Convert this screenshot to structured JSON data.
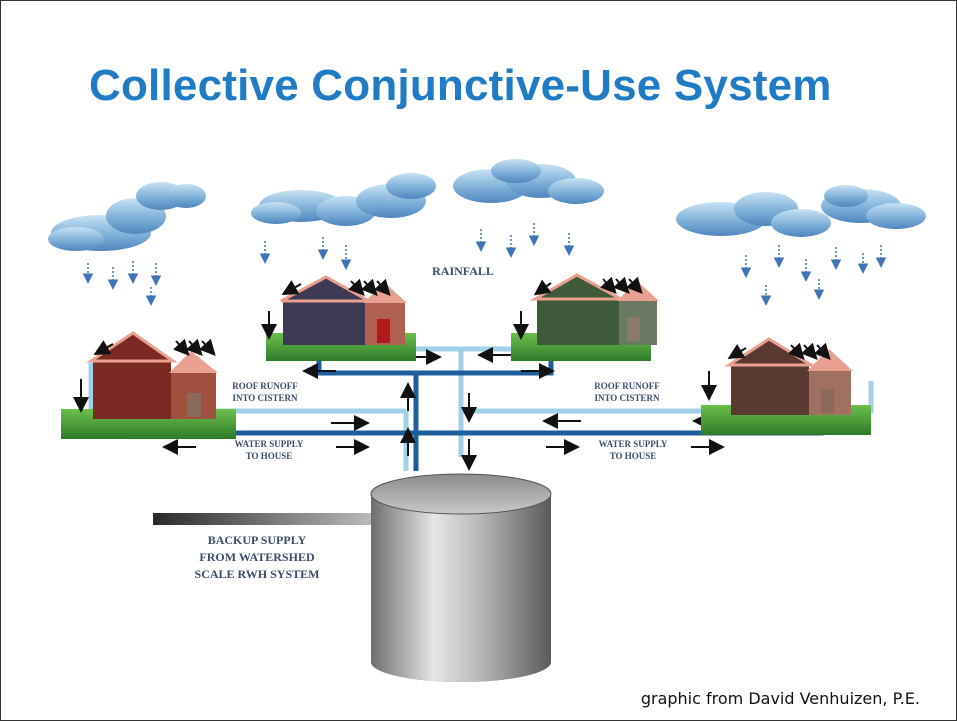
{
  "slide": {
    "title": "Collective Conjunctive-Use System",
    "credit": "graphic from David Venhuizen, P.E."
  },
  "diagram": {
    "labels": {
      "rainfall": "RAINFALL",
      "roof_runoff_left_1": "ROOF RUNOFF",
      "roof_runoff_left_2": "INTO CISTERN",
      "roof_runoff_right_1": "ROOF RUNOFF",
      "roof_runoff_right_2": "INTO CISTERN",
      "water_supply_left_1": "WATER SUPPLY",
      "water_supply_left_2": "TO HOUSE",
      "water_supply_right_1": "WATER SUPPLY",
      "water_supply_right_2": "TO HOUSE",
      "backup_1": "BACKUP SUPPLY",
      "backup_2": "FROM WATERSHED",
      "backup_3": "SCALE RWH SYSTEM"
    },
    "colors": {
      "title": "#1f7bc4",
      "pipe_runoff": "#9fd0e8",
      "pipe_supply": "#1e5e9e",
      "cloud": "#7fb0d8",
      "rain": "#4a7fc0",
      "grass": "#3f9a3a",
      "house_far_left": "#7a2a22",
      "house_left": "#3e3a55",
      "house_right": "#3f5a3a",
      "house_far_right": "#5a3a30",
      "roof": "#e8a090",
      "cistern": "#9a9a9a"
    }
  }
}
